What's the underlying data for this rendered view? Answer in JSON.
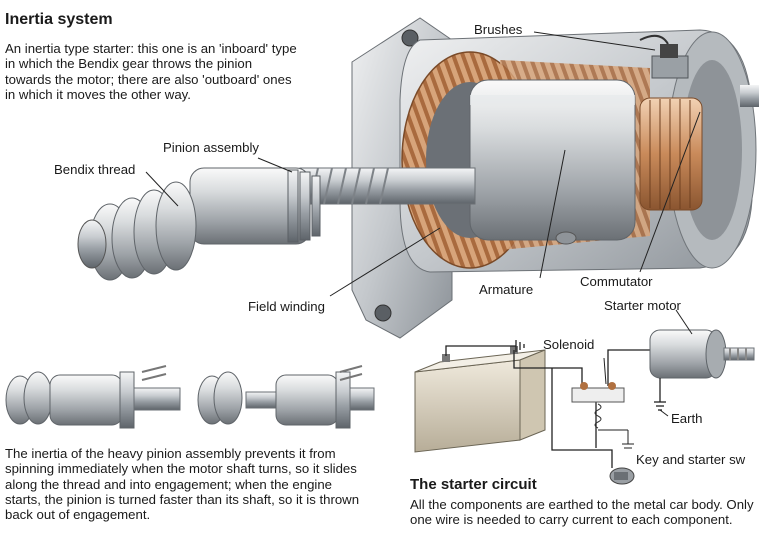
{
  "inertia": {
    "title": "Inertia system",
    "intro": "An inertia type starter: this one is an 'inboard' type in which the Bendix gear throws the pinion towards the motor; there are also 'outboard' ones in which it moves the other way.",
    "explanation": "The inertia of the heavy pinion assembly prevents it from spinning immediately when the motor shaft turns, so it slides along the thread and into engagement; when the engine starts, the pinion is turned faster than its shaft, so it is thrown back out of engagement."
  },
  "motor_labels": {
    "brushes": "Brushes",
    "pinion_assembly": "Pinion assembly",
    "bendix_thread": "Bendix thread",
    "field_winding": "Field winding",
    "armature": "Armature",
    "commutator": "Commutator"
  },
  "circuit": {
    "title": "The starter circuit",
    "description": "All the components are earthed to the metal car body. Only one wire is needed to carry current to each component.",
    "labels": {
      "solenoid": "Solenoid",
      "starter_motor": "Starter motor",
      "earth": "Earth",
      "key_switch": "Key and starter sw"
    }
  }
}
